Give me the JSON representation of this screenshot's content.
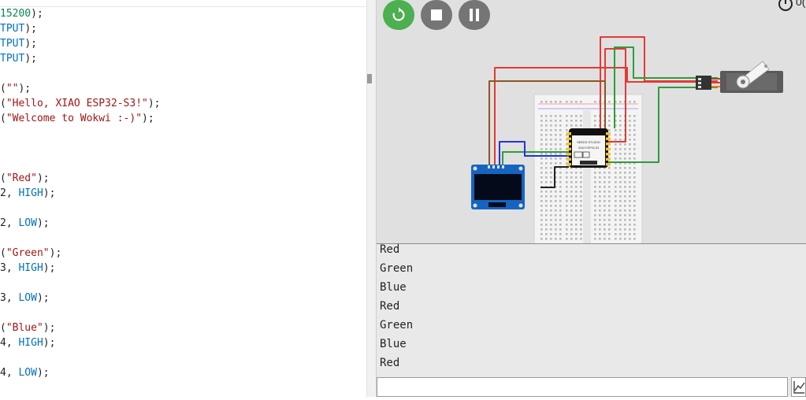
{
  "editor": {
    "lines": [
      [
        {
          "t": "15200",
          "c": "num"
        },
        {
          "t": ");",
          "c": "plain"
        }
      ],
      [
        {
          "t": "TPUT",
          "c": "const"
        },
        {
          "t": ");",
          "c": "plain"
        }
      ],
      [
        {
          "t": "TPUT",
          "c": "const"
        },
        {
          "t": ");",
          "c": "plain"
        }
      ],
      [
        {
          "t": "TPUT",
          "c": "const"
        },
        {
          "t": ");",
          "c": "plain"
        }
      ],
      [],
      [
        {
          "t": "(",
          "c": "plain"
        },
        {
          "t": "\"\"",
          "c": "str"
        },
        {
          "t": ");",
          "c": "plain"
        }
      ],
      [
        {
          "t": "(",
          "c": "plain"
        },
        {
          "t": "\"Hello, XIAO ESP32-S3!\"",
          "c": "str"
        },
        {
          "t": ");",
          "c": "plain"
        }
      ],
      [
        {
          "t": "(",
          "c": "plain"
        },
        {
          "t": "\"Welcome to Wokwi :-)\"",
          "c": "str"
        },
        {
          "t": ");",
          "c": "plain"
        }
      ],
      [],
      [],
      [],
      [
        {
          "t": "(",
          "c": "plain"
        },
        {
          "t": "\"Red\"",
          "c": "str"
        },
        {
          "t": ");",
          "c": "plain"
        }
      ],
      [
        {
          "t": "2, ",
          "c": "plain"
        },
        {
          "t": "HIGH",
          "c": "const"
        },
        {
          "t": ");",
          "c": "plain"
        }
      ],
      [],
      [
        {
          "t": "2, ",
          "c": "plain"
        },
        {
          "t": "LOW",
          "c": "const"
        },
        {
          "t": ");",
          "c": "plain"
        }
      ],
      [],
      [
        {
          "t": "(",
          "c": "plain"
        },
        {
          "t": "\"Green\"",
          "c": "str"
        },
        {
          "t": ");",
          "c": "plain"
        }
      ],
      [
        {
          "t": "3, ",
          "c": "plain"
        },
        {
          "t": "HIGH",
          "c": "const"
        },
        {
          "t": ");",
          "c": "plain"
        }
      ],
      [],
      [
        {
          "t": "3, ",
          "c": "plain"
        },
        {
          "t": "LOW",
          "c": "const"
        },
        {
          "t": ");",
          "c": "plain"
        }
      ],
      [],
      [
        {
          "t": "(",
          "c": "plain"
        },
        {
          "t": "\"Blue\"",
          "c": "str"
        },
        {
          "t": ");",
          "c": "plain"
        }
      ],
      [
        {
          "t": "4, ",
          "c": "plain"
        },
        {
          "t": "HIGH",
          "c": "const"
        },
        {
          "t": ");",
          "c": "plain"
        }
      ],
      [],
      [
        {
          "t": "4, ",
          "c": "plain"
        },
        {
          "t": "LOW",
          "c": "const"
        },
        {
          "t": ");",
          "c": "plain"
        }
      ]
    ]
  },
  "simulator": {
    "timer_text": "0(",
    "controls": [
      {
        "name": "restart-button",
        "icon": "restart-icon",
        "color": "#4caf50"
      },
      {
        "name": "stop-button",
        "icon": "stop-icon",
        "color": "#757575"
      },
      {
        "name": "pause-button",
        "icon": "pause-icon",
        "color": "#757575"
      }
    ],
    "board": {
      "brand": "SEEED STUDIO",
      "model": "XIAO ESP32-S3"
    }
  },
  "serial_monitor": {
    "lines": [
      "Red",
      "Green",
      "Blue",
      "Red",
      "Green",
      "Blue",
      "Red"
    ],
    "input_value": "",
    "plotter_icon": "chart-icon"
  },
  "colors": {
    "wire_red": "#e53935",
    "wire_brown": "#8d5524",
    "wire_green": "#2e9c3c",
    "wire_blue": "#2233dd",
    "wire_black": "#222222"
  }
}
